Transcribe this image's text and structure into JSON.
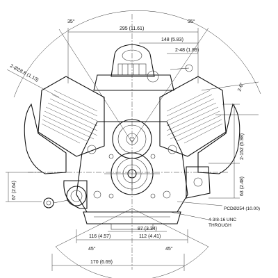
{
  "dimensions": {
    "angle_top_left": "35°",
    "angle_top_right": "35°",
    "width_total": "295 (11.61)",
    "width_148": "148 (5.83)",
    "width_48": "2-48 (1.89)",
    "hole_dia": "2-Ø28.8 (1.13)",
    "angle_right": "2-6°",
    "height_152": "2-152 (5.98)",
    "height_63": "63 (2.48)",
    "height_67": "67 (2.64)",
    "pcd": "PCDØ254 (10.00)",
    "thread_line1": "4-3/8-16 UNC",
    "thread_line2": "THROUGH",
    "width_87": "87 (3.34)",
    "width_116": "116 (4.57)",
    "width_112": "112 (4.41)",
    "angle_bottom_left": "45°",
    "angle_bottom_right": "45°",
    "width_170": "170 (6.69)"
  }
}
